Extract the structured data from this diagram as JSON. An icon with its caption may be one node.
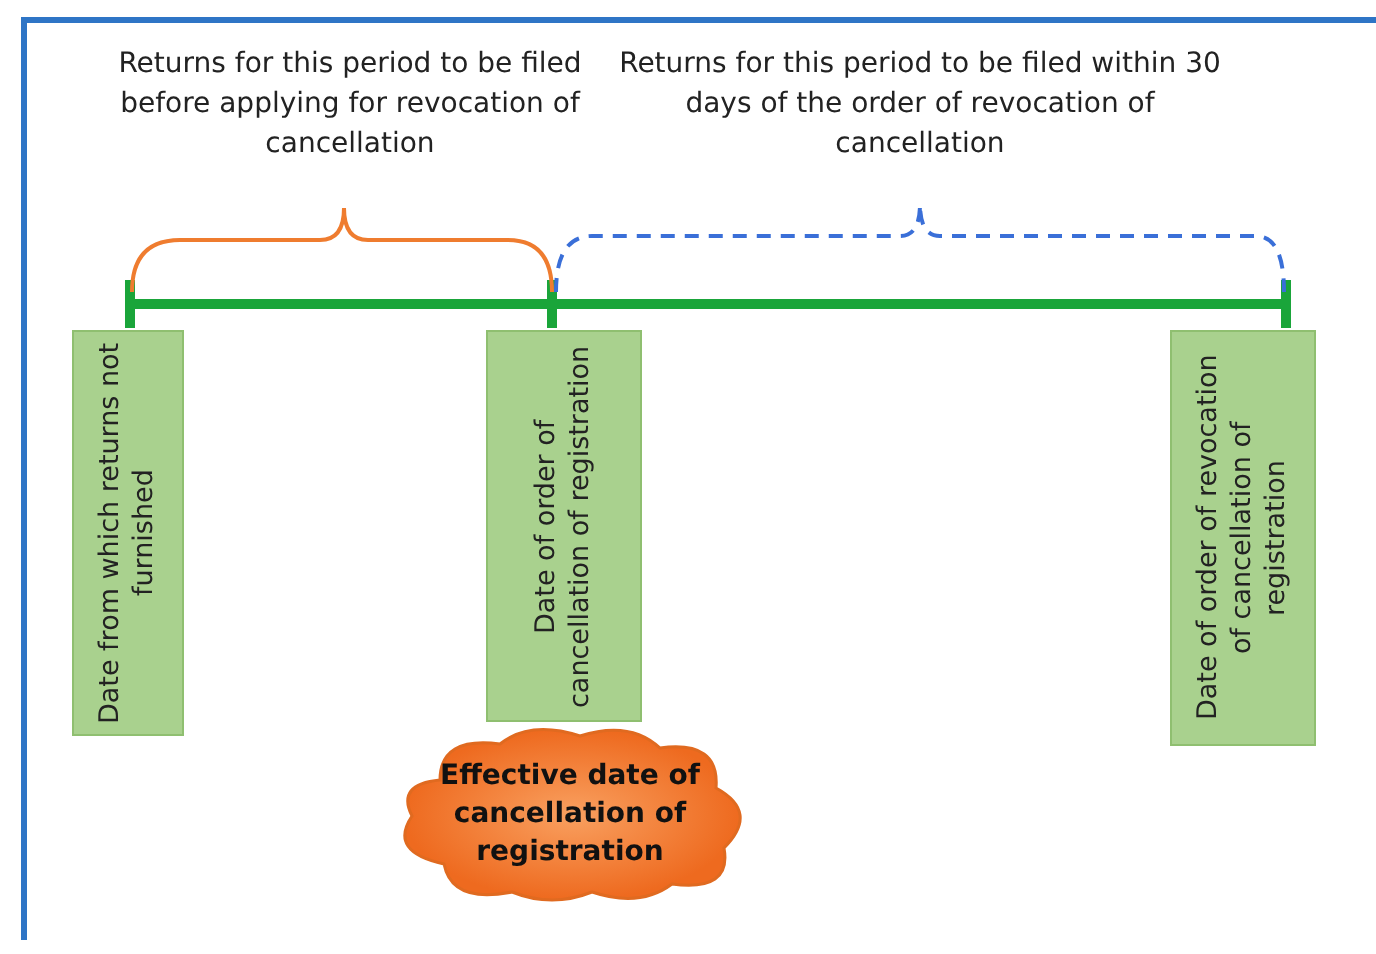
{
  "diagram": {
    "nodes": [
      {
        "text": [
          "Date from which returns not furnished"
        ]
      },
      {
        "text": [
          "Date of order of cancellation of registration"
        ]
      },
      {
        "text": [
          "Date of order of revocation of cancellation of registration"
        ]
      },
      {
        "text": [
          "Effective date of cancellation of registration"
        ]
      }
    ],
    "edges": [],
    "labels": [
      "Returns for this period to be filed before applying for revocation of cancellation",
      "Returns for this period to be filed within 30 days of the order of revocation of cancellation"
    ]
  }
}
